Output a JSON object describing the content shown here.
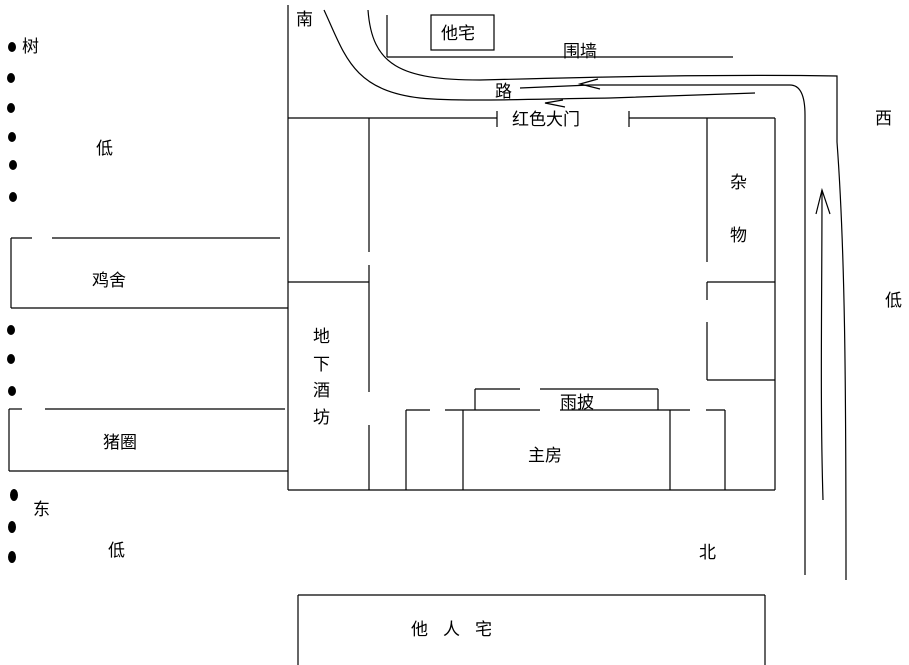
{
  "labels": {
    "south": "南",
    "west": "西",
    "east": "东",
    "north": "北",
    "tree": "树",
    "low_top_left": "低",
    "low_right": "低",
    "low_bottom_left": "低",
    "other_house_top": "他宅",
    "boundary_wall": "围墙",
    "road": "路",
    "red_gate": "红色大门",
    "sundries": [
      "杂",
      "物"
    ],
    "chicken_coop": "鸡舍",
    "pig_pen": "猪圈",
    "cellar": [
      "地",
      "下",
      "酒",
      "坊"
    ],
    "canopy": "雨披",
    "main_house": "主房",
    "other_house_bottom": [
      "他",
      "人",
      "宅"
    ]
  }
}
